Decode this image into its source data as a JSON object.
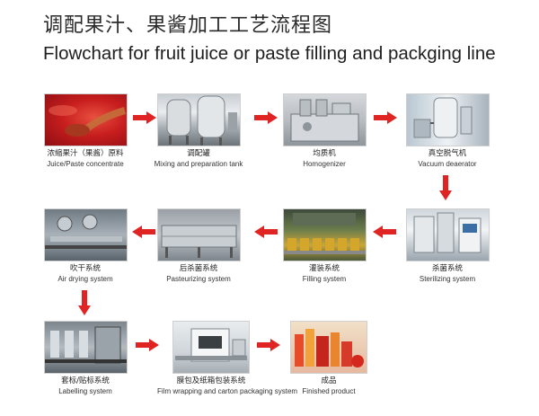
{
  "title_cn": "调配果汁、果酱加工工艺流程图",
  "title_en": "Flowchart for fruit juice or paste filling and packging line",
  "colors": {
    "arrow": "#e02323"
  },
  "steps": [
    {
      "cn": "浓缩果汁（果酱）原料",
      "en": "Juice/Paste concentrate"
    },
    {
      "cn": "调配罐",
      "en": "Mixing and preparation tank"
    },
    {
      "cn": "均质机",
      "en": "Homogenizer"
    },
    {
      "cn": "真空脱气机",
      "en": "Vacuum deaerator"
    },
    {
      "cn": "杀菌系统",
      "en": "Sterilizing system"
    },
    {
      "cn": "灌装系统",
      "en": "Filling system"
    },
    {
      "cn": "后杀菌系统",
      "en": "Pasteurizing system"
    },
    {
      "cn": "吹干系统",
      "en": "Air drying system"
    },
    {
      "cn": "套标/贴标系统",
      "en": "Labelling system"
    },
    {
      "cn": "膜包及纸箱包装系统",
      "en": "Film wrapping and carton packaging system"
    },
    {
      "cn": "成品",
      "en": "Finished product"
    }
  ]
}
